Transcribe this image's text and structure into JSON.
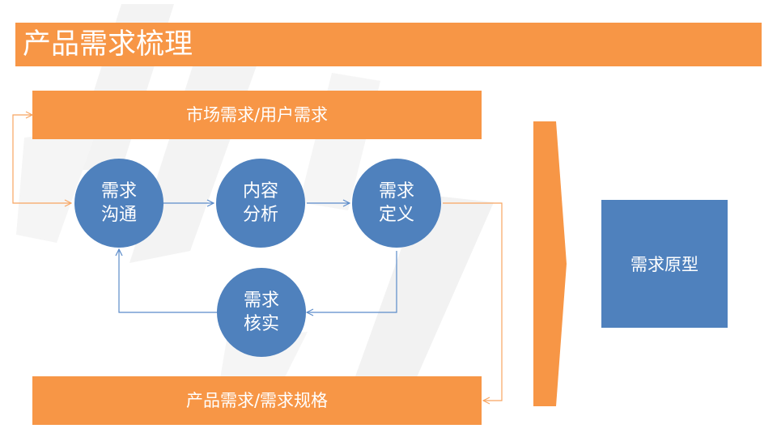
{
  "title": "产品需求梳理",
  "top_band": {
    "label": "市场需求/用户需求"
  },
  "bottom_band": {
    "label": "产品需求/需求规格"
  },
  "nodes": [
    {
      "line1": "需求",
      "line2": "沟通"
    },
    {
      "line1": "内容",
      "line2": "分析"
    },
    {
      "line1": "需求",
      "line2": "定义"
    },
    {
      "line1": "需求",
      "line2": "核实"
    }
  ],
  "result": {
    "label": "需求原型"
  },
  "colors": {
    "orange": "#F79646",
    "blue": "#4F81BD",
    "blue_line": "#5B8BC9",
    "orange_line": "#F8A561",
    "watermark": "#F3F3F3"
  }
}
